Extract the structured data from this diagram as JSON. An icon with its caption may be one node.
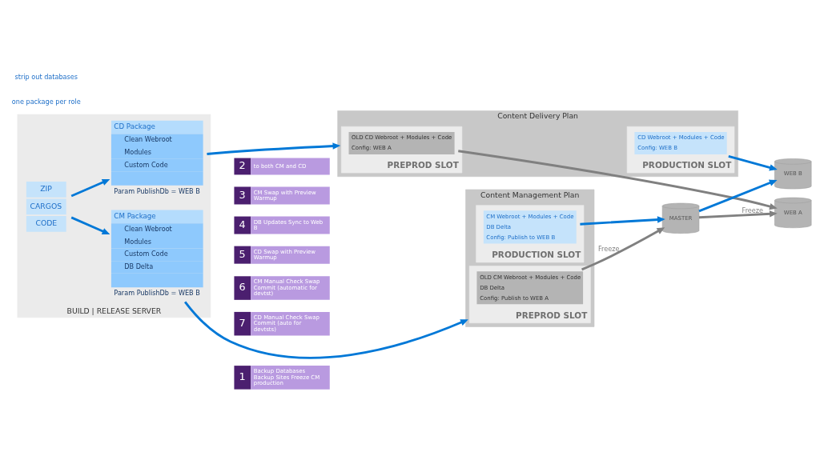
{
  "diagram": {
    "nodes": [
      {
        "text": [
          "BUILD | RELEASE SERVER"
        ]
      },
      {
        "text": [
          "ZIP",
          "CARGOS",
          "CODE"
        ],
        "in": 0
      },
      {
        "text": [
          "CM Package",
          "Clean Webroot",
          "Modules",
          "Custom Code",
          "DB Delta"
        ],
        "beside": [
          "Param PublishDb = WEB B"
        ],
        "in": 0
      },
      {
        "text": [
          "CD Package",
          "Clean Webroot",
          "Modules",
          "Custom Code"
        ],
        "beside": [
          "Param PublishDb = WEB B"
        ],
        "in": 0
      },
      {
        "text": [
          "1",
          "Backup Databases Backup Sites Freeze CM production"
        ]
      },
      {
        "text": [
          "2",
          "to both CM and CD"
        ]
      },
      {
        "text": [
          "3",
          "CM Swap with Preview Warmup"
        ]
      },
      {
        "text": [
          "4",
          "DB Updates Sync to Web B"
        ]
      },
      {
        "text": [
          "5",
          "CD Swap with Preview Warmup"
        ]
      },
      {
        "text": [
          "6",
          "CM Manual Check Swap Commit (automatic for devtst)"
        ]
      },
      {
        "text": [
          "7",
          "CD Manual Check Swap Commit (auto for devtsts)"
        ]
      },
      {
        "text": [
          "Content Management Plan"
        ]
      },
      {
        "text": [
          "PREPROD SLOT"
        ],
        "in": 11
      },
      {
        "text": [
          "OLD CM Webroot + Modules + Code",
          "DB Delta",
          "Config: Publish to WEB A"
        ],
        "in": 12
      },
      {
        "text": [
          "PRODUCTION SLOT"
        ],
        "in": 11
      },
      {
        "text": [
          "CM Webroot + Modules + Code",
          "DB Delta",
          "Config: Publish to WEB B"
        ],
        "in": 14
      },
      {
        "text": [
          "Content Delivery Plan"
        ]
      },
      {
        "text": [
          "PREPROD SLOT"
        ],
        "in": 16
      },
      {
        "text": [
          "OLD CD Webroot + Modules + Code",
          "Config: WEB A"
        ],
        "in": 17
      },
      {
        "text": [
          "PRODUCTION SLOT"
        ],
        "in": 16
      },
      {
        "text": [
          "CD Webroot + Modules + Code",
          "Config: WEB B"
        ],
        "in": 19
      },
      {
        "text": [
          "MASTER"
        ]
      },
      {
        "text": [
          "WEB A"
        ]
      },
      {
        "text": [
          "WEB B"
        ]
      }
    ],
    "edges": [
      {
        "from": 1,
        "to": 2,
        "arrow": "to"
      },
      {
        "from": 1,
        "to": 3,
        "arrow": "to"
      },
      {
        "from": 2,
        "to": 11,
        "arrow": "to"
      },
      {
        "from": 3,
        "to": 16,
        "arrow": "to"
      },
      {
        "from": 13,
        "to": 21,
        "arrow": "to",
        "label": "Freeze",
        "color": "#808080"
      },
      {
        "from": 15,
        "to": 21,
        "arrow": "to"
      },
      {
        "from": 21,
        "to": 22,
        "arrow": "to",
        "label": "Freeze",
        "color": "#808080"
      },
      {
        "from": 21,
        "to": 23,
        "arrow": "to"
      },
      {
        "from": 18,
        "to": 22,
        "arrow": "to",
        "color": "#808080"
      },
      {
        "from": 20,
        "to": 23,
        "arrow": "to"
      }
    ],
    "labels": [
      "one package per role",
      "strip out databases"
    ]
  }
}
